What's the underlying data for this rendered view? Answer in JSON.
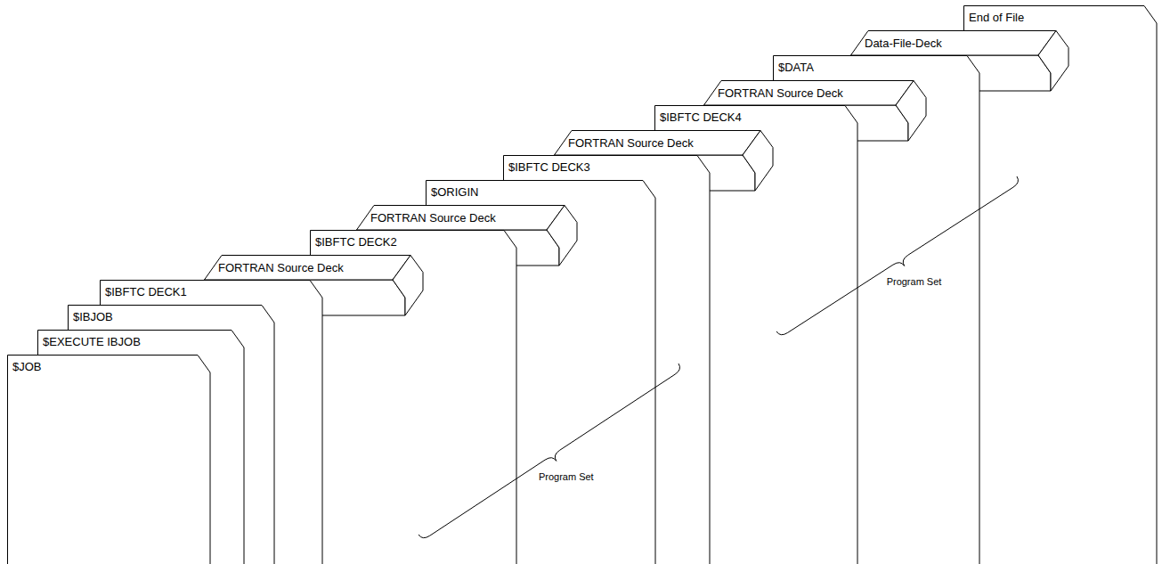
{
  "diagram": {
    "nodes": [
      {
        "text": [
          "$JOB"
        ]
      },
      {
        "text": [
          "$EXECUTE IBJOB"
        ]
      },
      {
        "text": [
          "$IBJOB"
        ]
      },
      {
        "text": [
          "$IBFTC DECK1"
        ]
      },
      {
        "text": [
          "FORTRAN Source Deck"
        ]
      },
      {
        "text": [
          "$IBFTC DECK2"
        ]
      },
      {
        "text": [
          "FORTRAN Source Deck"
        ]
      },
      {
        "text": [
          "$ORIGIN"
        ]
      },
      {
        "text": [
          "$IBFTC DECK3"
        ]
      },
      {
        "text": [
          "FORTRAN Source Deck"
        ]
      },
      {
        "text": [
          "$IBFTC DECK4"
        ]
      },
      {
        "text": [
          "FORTRAN Source Deck"
        ]
      },
      {
        "text": [
          "$DATA"
        ]
      },
      {
        "text": [
          "Data-File-Deck"
        ]
      },
      {
        "text": [
          "End of File"
        ]
      }
    ],
    "labels": [
      "Program Set",
      "Program Set"
    ]
  }
}
